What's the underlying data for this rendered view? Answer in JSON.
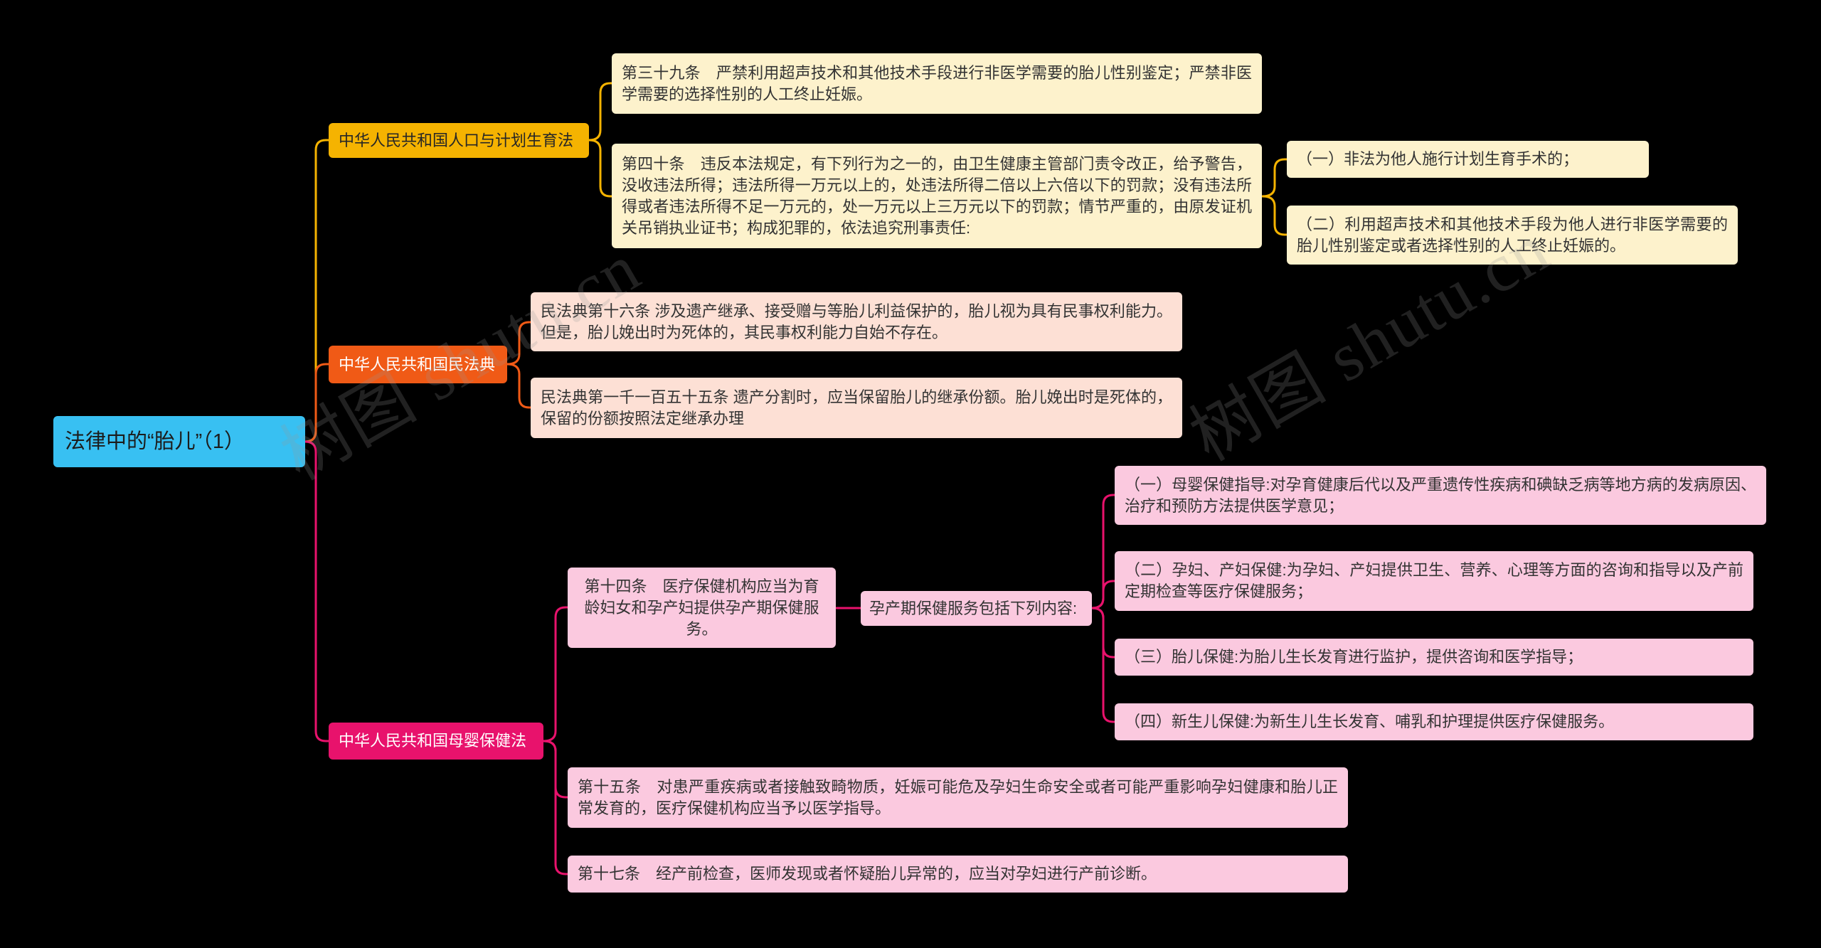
{
  "root": {
    "label": "法律中的“胎儿”（1）"
  },
  "branches": [
    {
      "label": "中华人民共和国人口与计划生育法",
      "children": [
        {
          "text": "第三十九条　严禁利用超声技术和其他技术手段进行非医学需要的胎儿性别鉴定；严禁非医学需要的选择性别的人工终止妊娠。"
        },
        {
          "text": "第四十条　违反本法规定，有下列行为之一的，由卫生健康主管部门责令改正，给予警告，没收违法所得；违法所得一万元以上的，处违法所得二倍以上六倍以下的罚款；没有违法所得或者违法所得不足一万元的，处一万元以上三万元以下的罚款；情节严重的，由原发证机关吊销执业证书；构成犯罪的，依法追究刑事责任:",
          "children": [
            {
              "text": "（一）非法为他人施行计划生育手术的；"
            },
            {
              "text": "（二）利用超声技术和其他技术手段为他人进行非医学需要的胎儿性别鉴定或者选择性别的人工终止妊娠的。"
            }
          ]
        }
      ]
    },
    {
      "label": "中华人民共和国民法典",
      "children": [
        {
          "text": "民法典第十六条 涉及遗产继承、接受赠与等胎儿利益保护的，胎儿视为具有民事权利能力。但是，胎儿娩出时为死体的，其民事权利能力自始不存在。"
        },
        {
          "text": "民法典第一千一百五十五条 遗产分割时，应当保留胎儿的继承份额。胎儿娩出时是死体的，保留的份额按照法定继承办理"
        }
      ]
    },
    {
      "label": "中华人民共和国母婴保健法",
      "children": [
        {
          "text": "第十四条　医疗保健机构应当为育龄妇女和孕产妇提供孕产期保健服务。",
          "children": [
            {
              "text": "孕产期保健服务包括下列内容:",
              "children": [
                {
                  "text": "（一）母婴保健指导:对孕育健康后代以及严重遗传性疾病和碘缺乏病等地方病的发病原因、治疗和预防方法提供医学意见；"
                },
                {
                  "text": "（二）孕妇、产妇保健:为孕妇、产妇提供卫生、营养、心理等方面的咨询和指导以及产前定期检查等医疗保健服务；"
                },
                {
                  "text": "（三）胎儿保健:为胎儿生长发育进行监护，提供咨询和医学指导；"
                },
                {
                  "text": "（四）新生儿保健:为新生儿生长发育、哺乳和护理提供医疗保健服务。"
                }
              ]
            }
          ]
        },
        {
          "text": "第十五条　对患严重疾病或者接触致畸物质，妊娠可能危及孕妇生命安全或者可能严重影响孕妇健康和胎儿正常发育的，医疗保健机构应当予以医学指导。"
        },
        {
          "text": "第十七条　经产前检查，医师发现或者怀疑胎儿异常的，应当对孕妇进行产前诊断。"
        }
      ]
    }
  ],
  "watermark": "树图 shutu.cn",
  "colors": {
    "background": "#000000",
    "root_fill": "#38c0f2",
    "root_text": "#1c1c1c",
    "branch1_fill": "#f5b301",
    "branch1_text": "#262626",
    "branch2_fill": "#f05a16",
    "branch2_text": "#ffffff",
    "branch3_fill": "#e8126c",
    "branch3_text": "#ffffff",
    "branch1_child_fill": "#fdf2cc",
    "branch2_child_fill": "#fde0d5",
    "branch3_child_fill": "#fbc9df",
    "child_text": "#333333"
  }
}
